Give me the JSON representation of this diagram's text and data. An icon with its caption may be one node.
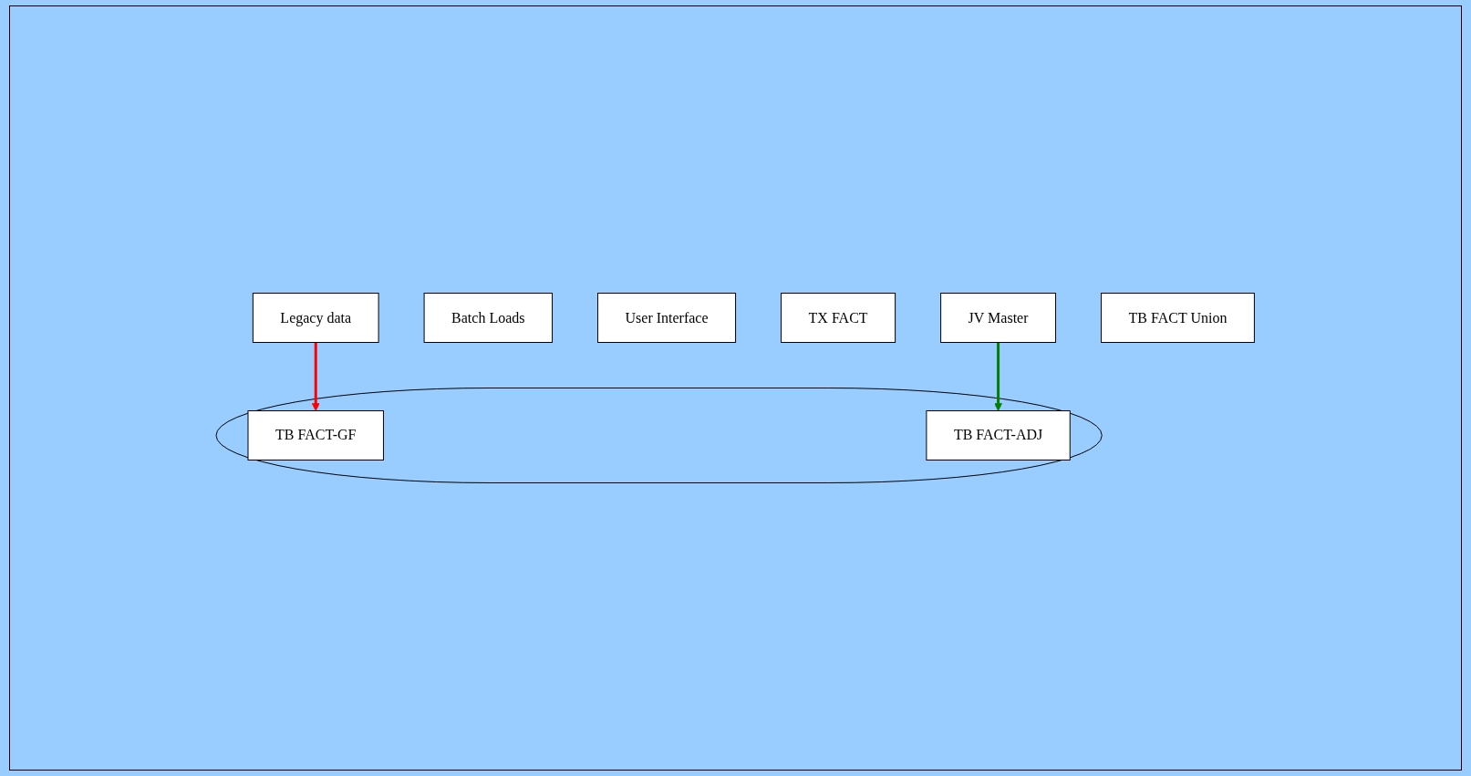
{
  "diagram": {
    "nodes": [
      {
        "text": [
          "Legacy data"
        ]
      },
      {
        "text": [
          "Batch Loads"
        ]
      },
      {
        "text": [
          "User Interface"
        ]
      },
      {
        "text": [
          "TX FACT"
        ]
      },
      {
        "text": [
          "JV Master"
        ]
      },
      {
        "text": [],
        "shape": "ellipse"
      },
      {
        "text": [
          "TB FACT-GF"
        ],
        "in": 5
      },
      {
        "text": [
          "TB FACT-ADJ"
        ],
        "in": 5
      },
      {
        "text": [
          "TB FACT Union"
        ]
      }
    ],
    "edges": [
      {
        "from": 0,
        "to": 6,
        "arrow": "to",
        "color": "#ff0000"
      },
      {
        "from": 4,
        "to": 7,
        "arrow": "to",
        "color": "#008000"
      }
    ]
  }
}
